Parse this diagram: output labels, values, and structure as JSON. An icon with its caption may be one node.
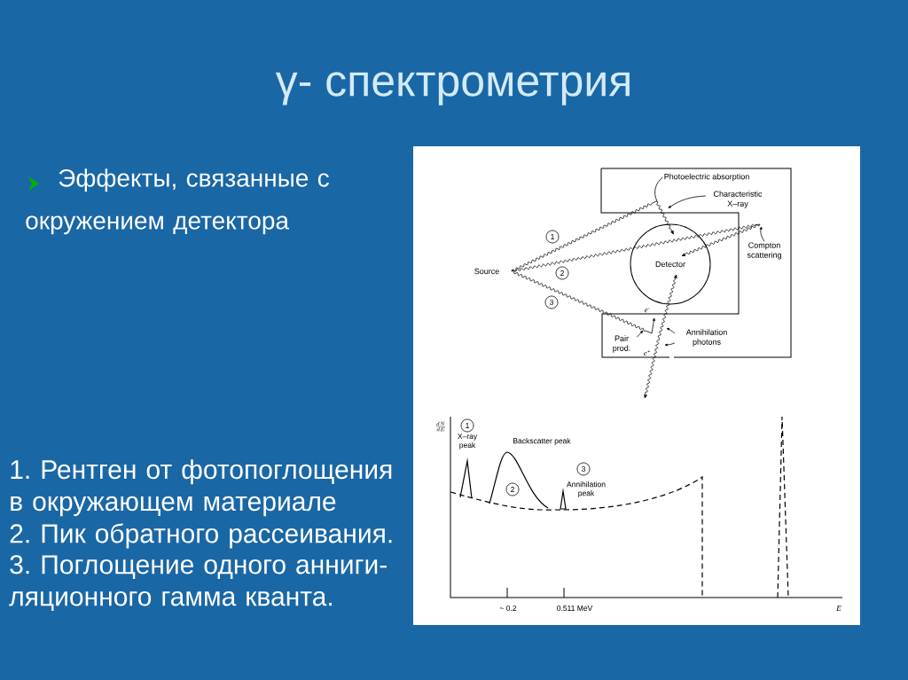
{
  "diagram": {
    "title": "γ- спектрометрия",
    "nodes": [
      {
        "text": [
          "Source"
        ]
      },
      {
        "text": [
          "Detector"
        ]
      },
      {
        "text": [
          "Photoelectric absorption"
        ]
      },
      {
        "text": [
          "Characteristic X–ray"
        ]
      },
      {
        "text": [
          "Compton scattering"
        ]
      },
      {
        "text": [
          "Annihilation photons"
        ]
      },
      {
        "text": [
          "Pair prod."
        ]
      }
    ],
    "edges": [
      {
        "from": 2,
        "to": null,
        "arrow": "none"
      },
      {
        "from": 3,
        "to": null,
        "arrow": "to"
      },
      {
        "from": 4,
        "to": null,
        "arrow": "to"
      },
      {
        "from": 5,
        "to": null,
        "arrow": "to"
      },
      {
        "from": 5,
        "to": null,
        "arrow": "to"
      },
      {
        "from": 6,
        "to": null,
        "arrow": "to"
      }
    ],
    "labels": [
      "Эффекты, связанные с окружением детектора",
      "1",
      "2",
      "3",
      "e$^{-}$",
      "e$^{+}$",
      "\\frac{dN}{dE}",
      "1",
      "X–ray peak",
      "Backscatter peak",
      "2",
      "3",
      "Annihilation peak",
      "~ 0.2",
      "0.511 MeV",
      "E",
      "1. Рентген от фотопоглощения в окружающем материале",
      "2. Пик обратного рассеивания.",
      "3. Поглощение одного анниги-ляционного гамма кванта."
    ]
  }
}
